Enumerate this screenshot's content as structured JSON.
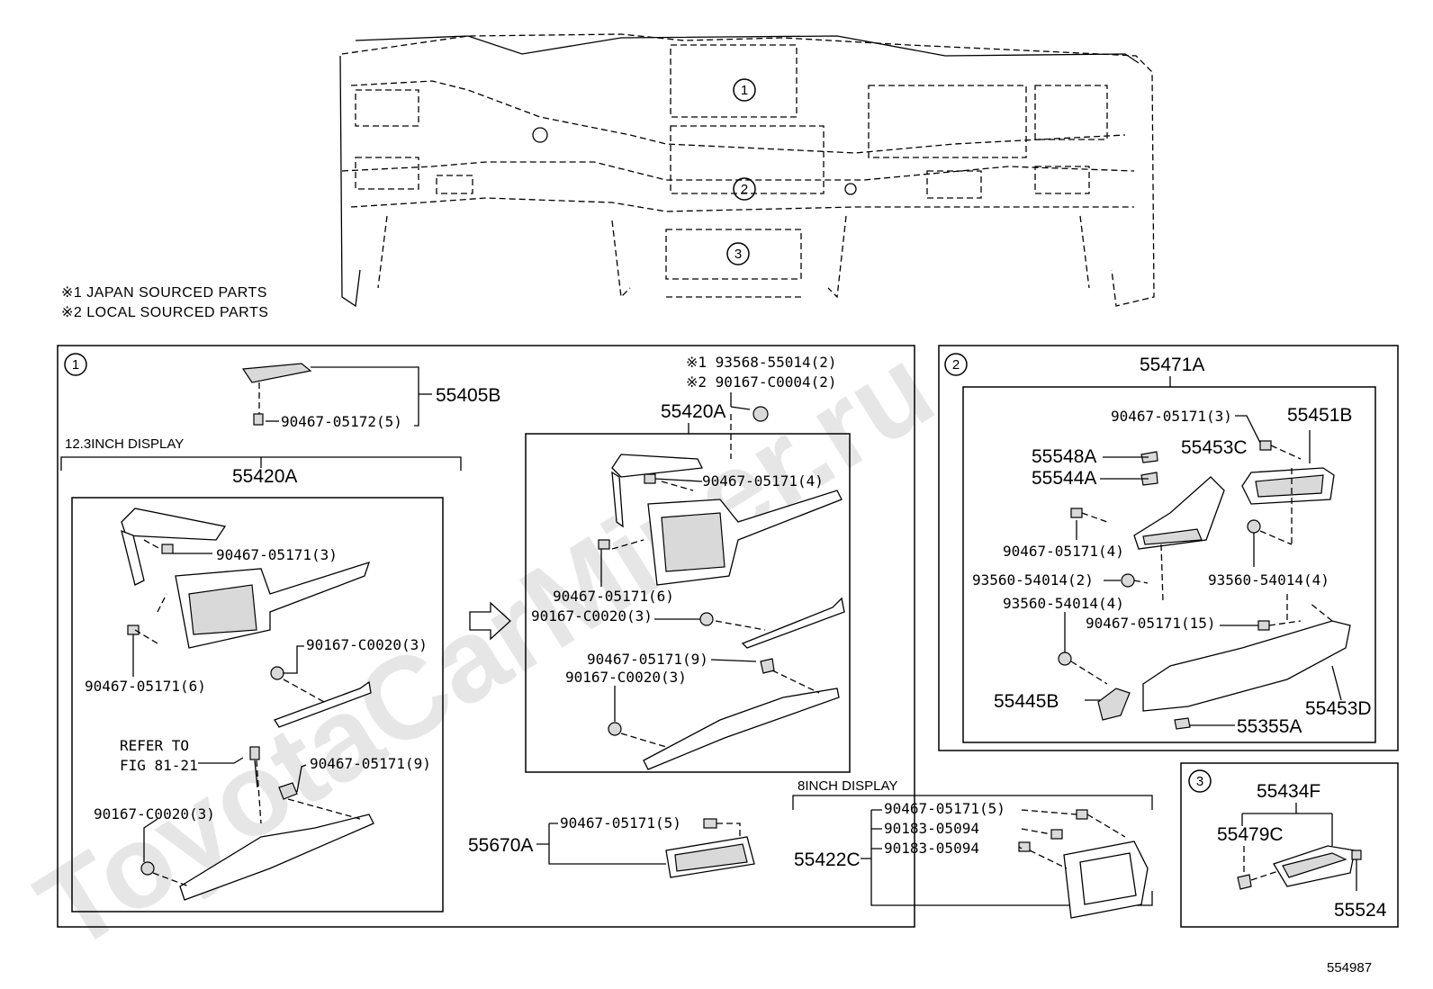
{
  "watermark": "ToyotaCarMiner.ru",
  "notes": [
    "※1 JAPAN SOURCED PARTS",
    "※2 LOCAL SOURCED PARTS"
  ],
  "figure_number": "554987",
  "overview": {
    "markers": [
      "1",
      "2",
      "3"
    ]
  },
  "section1": {
    "marker": "1",
    "trim": {
      "part": "55405B",
      "clip": "90467-05172(5)"
    },
    "display_12_3": {
      "heading": "12.3INCH DISPLAY",
      "assembly": "55420A",
      "labels": [
        "90467-05171(3)",
        "90467-05171(6)",
        "90167-C0020(3)",
        "REFER TO",
        "FIG 81-21",
        "90467-05171(9)",
        "90167-C0020(3)"
      ]
    },
    "alt": {
      "screws": [
        "※1 93568-55014(2)",
        "※2 90167-C0004(2)"
      ],
      "assembly": "55420A",
      "labels": [
        "90467-05171(4)",
        "90467-05171(6)",
        "90167-C0020(3)",
        "90467-05171(9)",
        "90167-C0020(3)"
      ]
    },
    "vent": {
      "part": "55670A",
      "clip": "90467-05171(5)"
    },
    "display_8": {
      "heading": "8INCH DISPLAY",
      "assembly": "55422C",
      "labels": [
        "90467-05171(5)",
        "90183-05094",
        "90183-05094"
      ]
    }
  },
  "section2": {
    "marker": "2",
    "assembly": "55471A",
    "labels": {
      "clip_top": "90467-05171(3)",
      "p55451B": "55451B",
      "p55548A": "55548A",
      "p55544A": "55544A",
      "p55453C": "55453C",
      "clip_4": "90467-05171(4)",
      "screw_2": "93560-54014(2)",
      "screw_4a": "93560-54014(4)",
      "screw_4b": "93560-54014(4)",
      "clip_15": "90467-05171(15)",
      "p55445B": "55445B",
      "p55453D": "55453D",
      "p55355A": "55355A"
    }
  },
  "section3": {
    "marker": "3",
    "assembly": "55434F",
    "labels": {
      "p55479C": "55479C",
      "p55524": "55524"
    }
  }
}
